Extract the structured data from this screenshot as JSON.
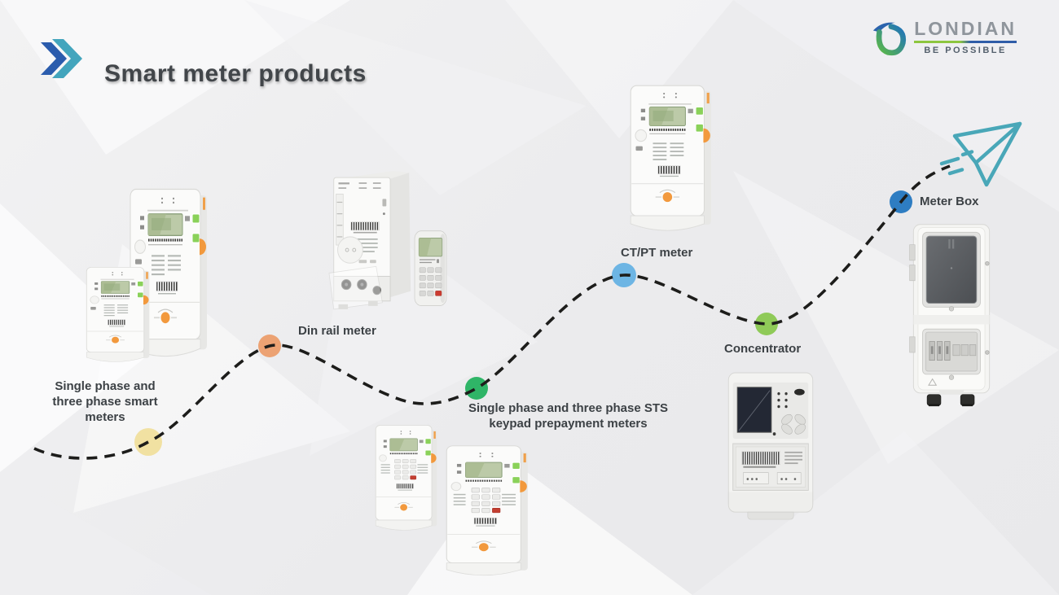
{
  "header": {
    "title": "Smart meter products"
  },
  "brand": {
    "name": "LONDIAN",
    "tagline": "BE POSSIBLE"
  },
  "colors": {
    "chevron_blue": "#2b5cad",
    "chevron_teal": "#43a5bd",
    "dash": "#1d1d1b",
    "plane_teal": "#49a7b8",
    "logo_blue": "#1e72bd",
    "logo_green": "#5cb947"
  },
  "roadmap": {
    "milestones": [
      {
        "id": "smart-meters",
        "label": "Single phase and\nthree phase smart\nmeters",
        "dot_color": "#f0dc8d"
      },
      {
        "id": "din-rail-meter",
        "label": "Din rail meter",
        "dot_color": "#eca273"
      },
      {
        "id": "sts-keypad-meters",
        "label": "Single phase and three phase STS\nkeypad prepayment meters",
        "dot_color": "#2fb567"
      },
      {
        "id": "ct-pt-meter",
        "label": "CT/PT meter",
        "dot_color": "#6db5e4"
      },
      {
        "id": "concentrator",
        "label": "Concentrator",
        "dot_color": "#8fca58"
      },
      {
        "id": "meter-box",
        "label": "Meter Box",
        "dot_color": "#2e7dc2"
      }
    ]
  }
}
